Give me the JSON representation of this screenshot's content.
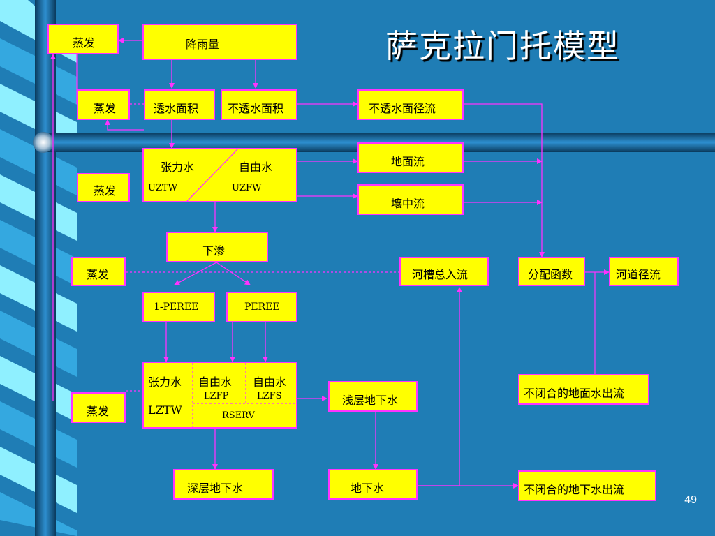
{
  "title": "萨克拉门托模型",
  "page_number": "49",
  "nodes": {
    "evap1": "蒸发",
    "rain": "降雨量",
    "evap2": "蒸发",
    "perv": "透水面积",
    "imperv": "不透水面积",
    "imperv_runoff": "不透水面径流",
    "upper_tension": "张力水",
    "upper_free": "自由水",
    "uztw": "UZTW",
    "uzfw": "UZFW",
    "surface_flow": "地面流",
    "evap3": "蒸发",
    "interflow": "壤中流",
    "percolation": "下渗",
    "evap4": "蒸发",
    "channel_inflow": "河槽总入流",
    "distribution": "分配函数",
    "river_runoff": "河道径流",
    "pfree_complement": "1-PEREE",
    "pfree": "PEREE",
    "lower_tension": "张力水",
    "lztw": "LZTW",
    "lower_free_p": "自由水",
    "lzfp": "LZFP",
    "lower_free_s": "自由水",
    "lzfs": "LZFS",
    "rserv": "RSERV",
    "shallow_gw": "浅层地下水",
    "evap5": "蒸发",
    "unclosed_surface": "不闭合的地面水出流",
    "deep_gw": "深层地下水",
    "groundwater": "地下水",
    "unclosed_gw": "不闭合的地下水出流"
  },
  "colors": {
    "background": "#1f7db5",
    "box_fill": "#ffff00",
    "box_border": "#ff33ff",
    "arrow": "#ff33ff",
    "title": "#ffffff"
  }
}
